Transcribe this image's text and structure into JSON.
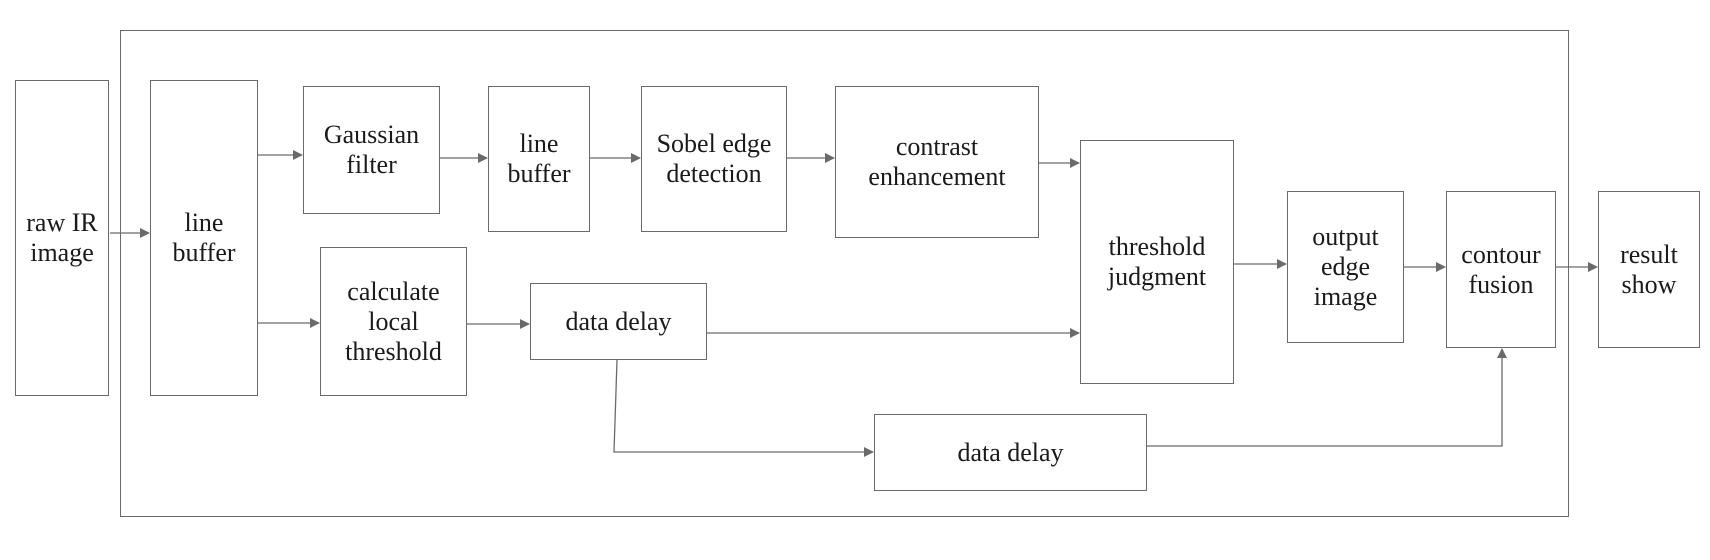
{
  "nodes": {
    "raw_ir_image": "raw IR\nimage",
    "line_buffer_1": "line\nbuffer",
    "gaussian_filter": "Gaussian\nfilter",
    "line_buffer_2": "line\nbuffer",
    "sobel_edge_detection": "Sobel edge\ndetection",
    "contrast_enhancement": "contrast\nenhancement",
    "calculate_local_threshold": "calculate\nlocal\nthreshold",
    "data_delay_1": "data delay",
    "threshold_judgment": "threshold\njudgment",
    "output_edge_image": "output\nedge\nimage",
    "contour_fusion": "contour\nfusion",
    "data_delay_2": "data delay",
    "result_show": "result\nshow"
  }
}
